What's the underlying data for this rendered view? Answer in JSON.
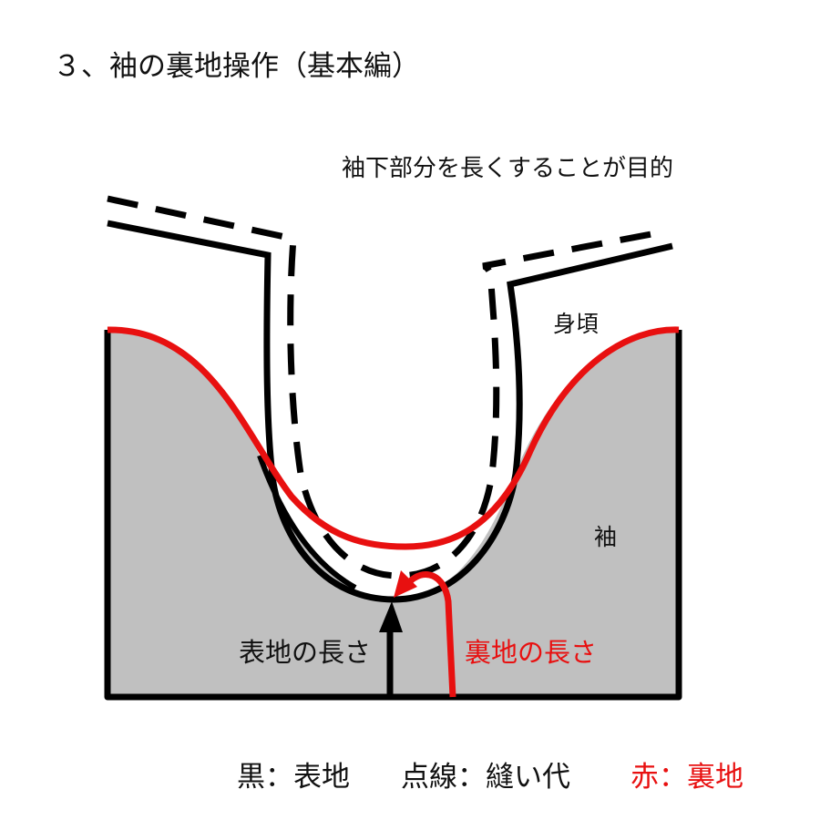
{
  "title": "３、袖の裏地操作（基本編）",
  "subtitle": "袖下部分を長くすることが目的",
  "labels": {
    "body": "身頃",
    "sleeve": "袖",
    "outer_length": "表地の長さ",
    "lining_length": "裏地の長さ"
  },
  "legend": {
    "black": "黒：表地",
    "dotted": "点線：縫い代",
    "red": "赤：裏地"
  },
  "colors": {
    "outer": "#000000",
    "lining": "#e81010",
    "sleeve_fill": "#c0c0c0"
  }
}
